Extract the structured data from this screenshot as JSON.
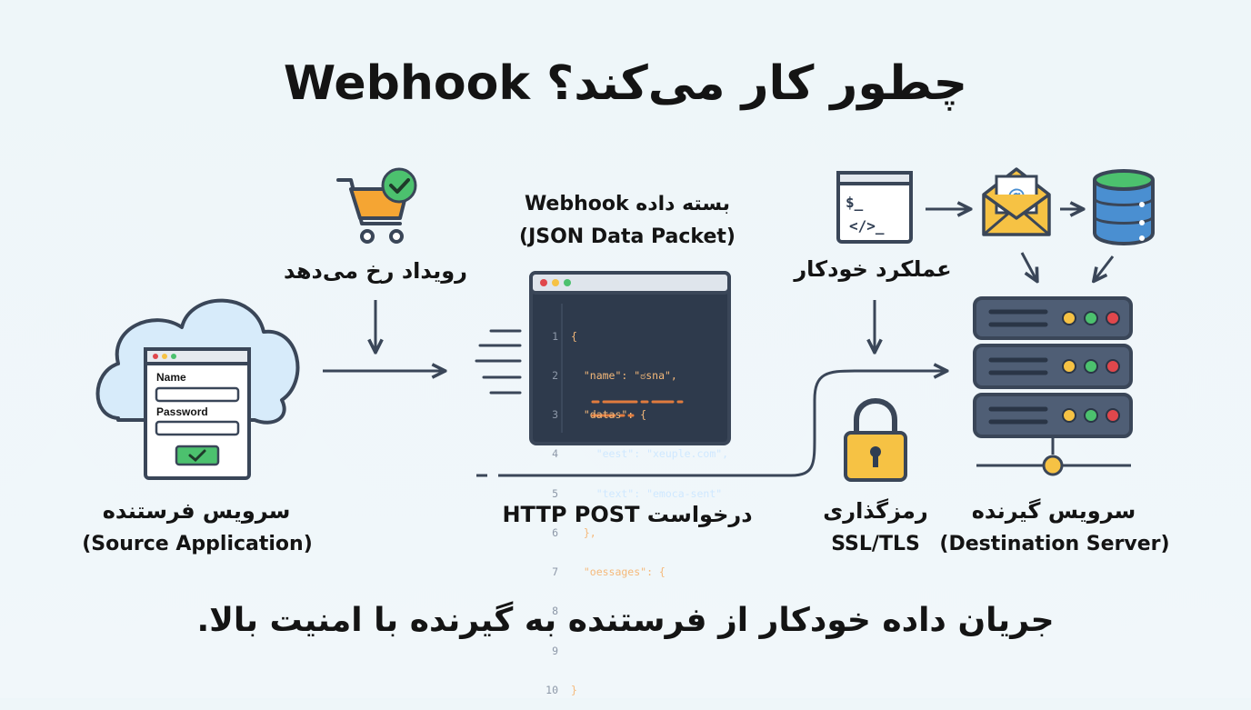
{
  "title": "Webhook چطور کار می‌کند؟",
  "event": {
    "label": "رویداد رخ می‌دهد"
  },
  "source": {
    "label": "سرویس فرستنده",
    "sublabel": "(Source Application)",
    "form": {
      "name_label": "Name",
      "password_label": "Password"
    }
  },
  "packet": {
    "label": "بسته داده Webhook",
    "sublabel": "(JSON Data Packet)",
    "code_lines": [
      {
        "n": "1",
        "text": "{"
      },
      {
        "n": "2",
        "text": "  \"name\": \"ಠsna\","
      },
      {
        "n": "3",
        "text": "  \"datas\": {"
      },
      {
        "n": "4",
        "text": "    \"eest\": \"xeuple.com\","
      },
      {
        "n": "5",
        "text": "    \"text\": \"emoca-sent\""
      },
      {
        "n": "6",
        "text": "  },"
      },
      {
        "n": "7",
        "text": "  \"oessages\": {"
      },
      {
        "n": "8",
        "text": ""
      },
      {
        "n": "9",
        "text": ""
      },
      {
        "n": "10",
        "text": "}"
      }
    ]
  },
  "request": {
    "label": "درخواست HTTP POST"
  },
  "automation": {
    "label": "عملکرد خودکار"
  },
  "encryption": {
    "label": "رمزگذاری",
    "sublabel": "SSL/TLS"
  },
  "destination": {
    "label": "سرویس گیرنده",
    "sublabel": "(Destination Server)"
  },
  "footer": "جریان داده خودکار از فرستنده به گیرنده با امنیت بالا.",
  "colors": {
    "orange": "#f5a533",
    "green": "#4cc16e",
    "red": "#e0474c",
    "yellow": "#f6c244",
    "navy": "#2f3d52",
    "blue": "#4a8fd1"
  }
}
